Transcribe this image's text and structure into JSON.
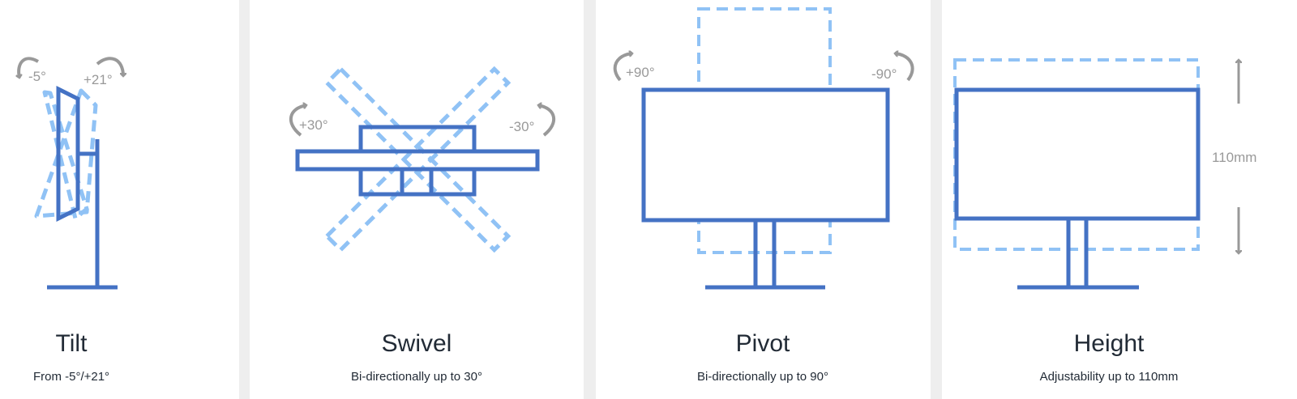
{
  "colors": {
    "outline": "#4472c4",
    "dashed": "#90c2f5",
    "annotation": "#999999",
    "separator": "#eeeeee",
    "text": "#222b36"
  },
  "panels": [
    {
      "title": "Tilt",
      "subtitle": "From -5°/+21°",
      "labels": [
        "-5°",
        "+21°"
      ]
    },
    {
      "title": "Swivel",
      "subtitle": "Bi-directionally up to 30°",
      "labels": [
        "+30°",
        "-30°"
      ]
    },
    {
      "title": "Pivot",
      "subtitle": "Bi-directionally up to 90°",
      "labels": [
        "+90°",
        "-90°"
      ]
    },
    {
      "title": "Height",
      "subtitle": "Adjustability up to 110mm",
      "labels": [
        "110mm"
      ]
    }
  ]
}
